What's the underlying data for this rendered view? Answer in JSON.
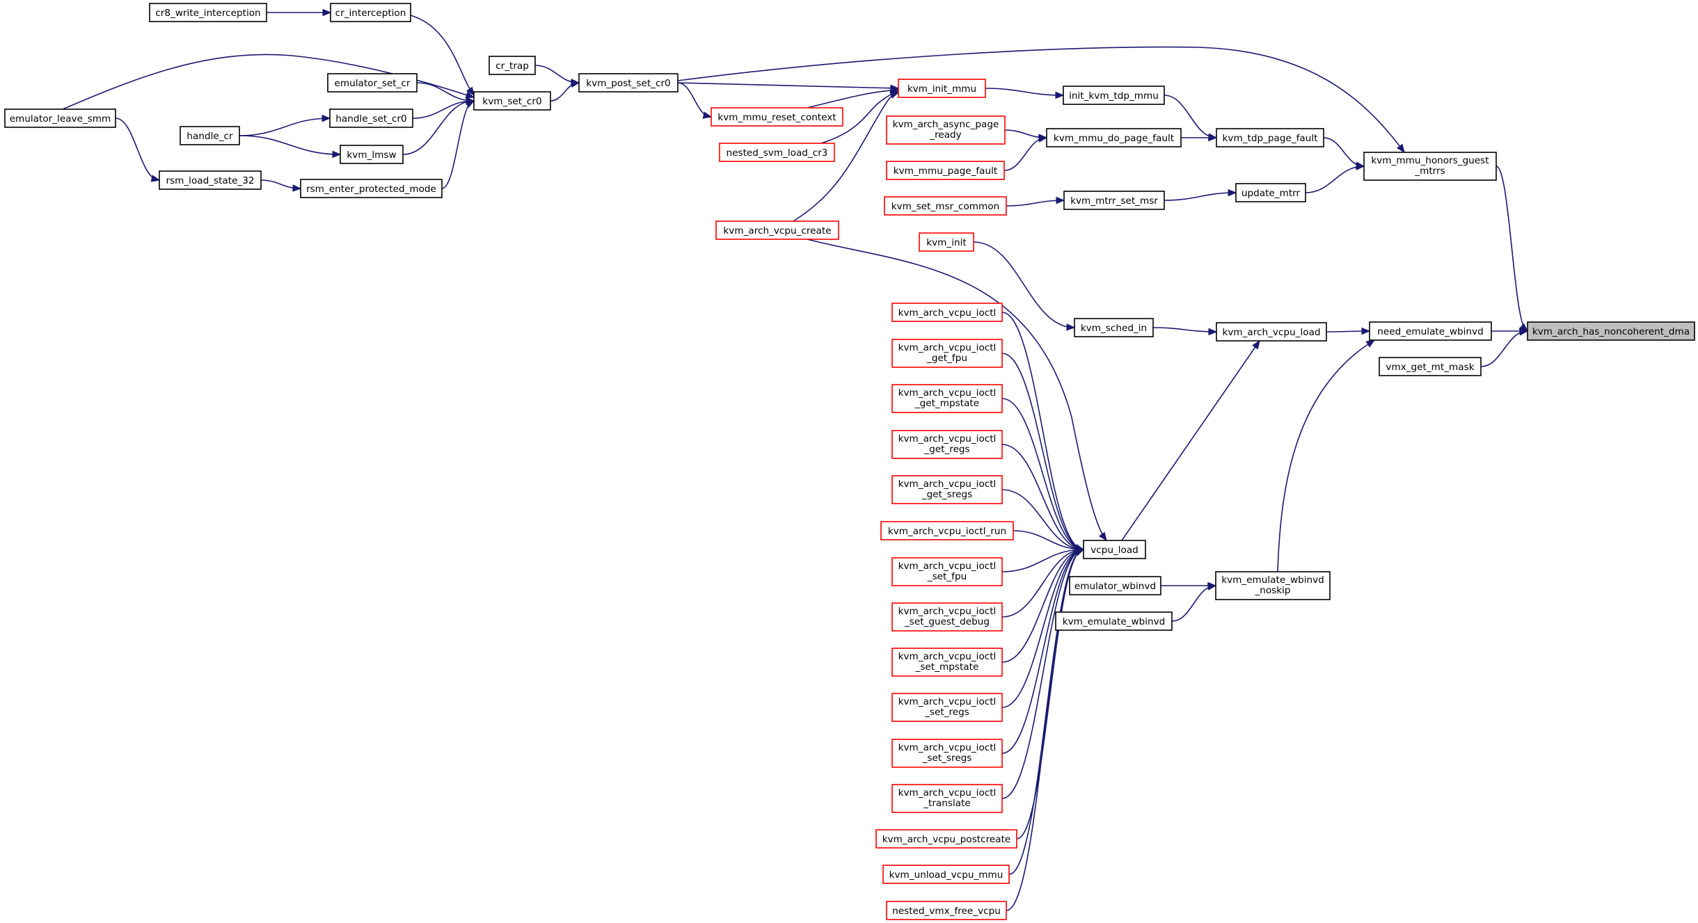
{
  "graph": {
    "nodes": [
      {
        "id": "kvm_arch_has_noncoherent_dma",
        "lines": [
          "kvm_arch_has_noncoherent_dma"
        ],
        "style": "root"
      },
      {
        "id": "need_emulate_wbinvd",
        "lines": [
          "need_emulate_wbinvd"
        ],
        "style": "black"
      },
      {
        "id": "vmx_get_mt_mask",
        "lines": [
          "vmx_get_mt_mask"
        ],
        "style": "black"
      },
      {
        "id": "kvm_mmu_honors_guest_mtrrs",
        "lines": [
          "kvm_mmu_honors_guest",
          "_mtrrs"
        ],
        "style": "black"
      },
      {
        "id": "kvm_tdp_page_fault",
        "lines": [
          "kvm_tdp_page_fault"
        ],
        "style": "black"
      },
      {
        "id": "update_mtrr",
        "lines": [
          "update_mtrr"
        ],
        "style": "black"
      },
      {
        "id": "kvm_post_set_cr0",
        "lines": [
          "kvm_post_set_cr0"
        ],
        "style": "black"
      },
      {
        "id": "kvm_arch_vcpu_load",
        "lines": [
          "kvm_arch_vcpu_load"
        ],
        "style": "black"
      },
      {
        "id": "kvm_emulate_wbinvd_noskip",
        "lines": [
          "kvm_emulate_wbinvd",
          "_noskip"
        ],
        "style": "black"
      },
      {
        "id": "init_kvm_tdp_mmu",
        "lines": [
          "init_kvm_tdp_mmu"
        ],
        "style": "black"
      },
      {
        "id": "kvm_mmu_do_page_fault",
        "lines": [
          "kvm_mmu_do_page_fault"
        ],
        "style": "black"
      },
      {
        "id": "kvm_mtrr_set_msr",
        "lines": [
          "kvm_mtrr_set_msr"
        ],
        "style": "black"
      },
      {
        "id": "kvm_sched_in",
        "lines": [
          "kvm_sched_in"
        ],
        "style": "black"
      },
      {
        "id": "vcpu_load",
        "lines": [
          "vcpu_load"
        ],
        "style": "black"
      },
      {
        "id": "emulator_wbinvd",
        "lines": [
          "emulator_wbinvd"
        ],
        "style": "black"
      },
      {
        "id": "kvm_emulate_wbinvd",
        "lines": [
          "kvm_emulate_wbinvd"
        ],
        "style": "black"
      },
      {
        "id": "kvm_init_mmu",
        "lines": [
          "kvm_init_mmu"
        ],
        "style": "red"
      },
      {
        "id": "kvm_arch_async_page_ready",
        "lines": [
          "kvm_arch_async_page",
          "_ready"
        ],
        "style": "red"
      },
      {
        "id": "kvm_mmu_page_fault",
        "lines": [
          "kvm_mmu_page_fault"
        ],
        "style": "red"
      },
      {
        "id": "kvm_set_msr_common",
        "lines": [
          "kvm_set_msr_common"
        ],
        "style": "red"
      },
      {
        "id": "kvm_init",
        "lines": [
          "kvm_init"
        ],
        "style": "red"
      },
      {
        "id": "kvm_mmu_reset_context",
        "lines": [
          "kvm_mmu_reset_context"
        ],
        "style": "red"
      },
      {
        "id": "nested_svm_load_cr3",
        "lines": [
          "nested_svm_load_cr3"
        ],
        "style": "red"
      },
      {
        "id": "kvm_arch_vcpu_create",
        "lines": [
          "kvm_arch_vcpu_create"
        ],
        "style": "red"
      },
      {
        "id": "kvm_arch_vcpu_ioctl",
        "lines": [
          "kvm_arch_vcpu_ioctl"
        ],
        "style": "red"
      },
      {
        "id": "kvm_arch_vcpu_ioctl_get_fpu",
        "lines": [
          "kvm_arch_vcpu_ioctl",
          "_get_fpu"
        ],
        "style": "red"
      },
      {
        "id": "kvm_arch_vcpu_ioctl_get_mpstate",
        "lines": [
          "kvm_arch_vcpu_ioctl",
          "_get_mpstate"
        ],
        "style": "red"
      },
      {
        "id": "kvm_arch_vcpu_ioctl_get_regs",
        "lines": [
          "kvm_arch_vcpu_ioctl",
          "_get_regs"
        ],
        "style": "red"
      },
      {
        "id": "kvm_arch_vcpu_ioctl_get_sregs",
        "lines": [
          "kvm_arch_vcpu_ioctl",
          "_get_sregs"
        ],
        "style": "red"
      },
      {
        "id": "kvm_arch_vcpu_ioctl_run",
        "lines": [
          "kvm_arch_vcpu_ioctl_run"
        ],
        "style": "red"
      },
      {
        "id": "kvm_arch_vcpu_ioctl_set_fpu",
        "lines": [
          "kvm_arch_vcpu_ioctl",
          "_set_fpu"
        ],
        "style": "red"
      },
      {
        "id": "kvm_arch_vcpu_ioctl_set_guest_debug",
        "lines": [
          "kvm_arch_vcpu_ioctl",
          "_set_guest_debug"
        ],
        "style": "red"
      },
      {
        "id": "kvm_arch_vcpu_ioctl_set_mpstate",
        "lines": [
          "kvm_arch_vcpu_ioctl",
          "_set_mpstate"
        ],
        "style": "red"
      },
      {
        "id": "kvm_arch_vcpu_ioctl_set_regs",
        "lines": [
          "kvm_arch_vcpu_ioctl",
          "_set_regs"
        ],
        "style": "red"
      },
      {
        "id": "kvm_arch_vcpu_ioctl_set_sregs",
        "lines": [
          "kvm_arch_vcpu_ioctl",
          "_set_sregs"
        ],
        "style": "red"
      },
      {
        "id": "kvm_arch_vcpu_ioctl_translate",
        "lines": [
          "kvm_arch_vcpu_ioctl",
          "_translate"
        ],
        "style": "red"
      },
      {
        "id": "kvm_arch_vcpu_postcreate",
        "lines": [
          "kvm_arch_vcpu_postcreate"
        ],
        "style": "red"
      },
      {
        "id": "kvm_unload_vcpu_mmu",
        "lines": [
          "kvm_unload_vcpu_mmu"
        ],
        "style": "red"
      },
      {
        "id": "nested_vmx_free_vcpu",
        "lines": [
          "nested_vmx_free_vcpu"
        ],
        "style": "red"
      },
      {
        "id": "cr_trap",
        "lines": [
          "cr_trap"
        ],
        "style": "black"
      },
      {
        "id": "kvm_set_cr0",
        "lines": [
          "kvm_set_cr0"
        ],
        "style": "black"
      },
      {
        "id": "cr_interception",
        "lines": [
          "cr_interception"
        ],
        "style": "black"
      },
      {
        "id": "emulator_set_cr",
        "lines": [
          "emulator_set_cr"
        ],
        "style": "black"
      },
      {
        "id": "handle_set_cr0",
        "lines": [
          "handle_set_cr0"
        ],
        "style": "black"
      },
      {
        "id": "kvm_lmsw",
        "lines": [
          "kvm_lmsw"
        ],
        "style": "black"
      },
      {
        "id": "rsm_enter_protected_mode",
        "lines": [
          "rsm_enter_protected_mode"
        ],
        "style": "black"
      },
      {
        "id": "cr8_write_interception",
        "lines": [
          "cr8_write_interception"
        ],
        "style": "black"
      },
      {
        "id": "emulator_leave_smm",
        "lines": [
          "emulator_leave_smm"
        ],
        "style": "black"
      },
      {
        "id": "handle_cr",
        "lines": [
          "handle_cr"
        ],
        "style": "black"
      },
      {
        "id": "rsm_load_state_32",
        "lines": [
          "rsm_load_state_32"
        ],
        "style": "black"
      }
    ],
    "edges": [
      [
        "need_emulate_wbinvd",
        "kvm_arch_has_noncoherent_dma"
      ],
      [
        "vmx_get_mt_mask",
        "kvm_arch_has_noncoherent_dma"
      ],
      [
        "kvm_mmu_honors_guest_mtrrs",
        "kvm_arch_has_noncoherent_dma"
      ],
      [
        "kvm_tdp_page_fault",
        "kvm_mmu_honors_guest_mtrrs"
      ],
      [
        "update_mtrr",
        "kvm_mmu_honors_guest_mtrrs"
      ],
      [
        "kvm_post_set_cr0",
        "kvm_mmu_honors_guest_mtrrs"
      ],
      [
        "kvm_arch_vcpu_load",
        "need_emulate_wbinvd"
      ],
      [
        "kvm_emulate_wbinvd_noskip",
        "need_emulate_wbinvd"
      ],
      [
        "init_kvm_tdp_mmu",
        "kvm_tdp_page_fault"
      ],
      [
        "kvm_mmu_do_page_fault",
        "kvm_tdp_page_fault"
      ],
      [
        "kvm_mtrr_set_msr",
        "update_mtrr"
      ],
      [
        "kvm_sched_in",
        "kvm_arch_vcpu_load"
      ],
      [
        "vcpu_load",
        "kvm_arch_vcpu_load"
      ],
      [
        "emulator_wbinvd",
        "kvm_emulate_wbinvd_noskip"
      ],
      [
        "kvm_emulate_wbinvd",
        "kvm_emulate_wbinvd_noskip"
      ],
      [
        "kvm_init_mmu",
        "init_kvm_tdp_mmu"
      ],
      [
        "kvm_arch_async_page_ready",
        "kvm_mmu_do_page_fault"
      ],
      [
        "kvm_mmu_page_fault",
        "kvm_mmu_do_page_fault"
      ],
      [
        "kvm_set_msr_common",
        "kvm_mtrr_set_msr"
      ],
      [
        "kvm_init",
        "kvm_sched_in"
      ],
      [
        "kvm_post_set_cr0",
        "kvm_init_mmu"
      ],
      [
        "kvm_post_set_cr0",
        "kvm_mmu_reset_context"
      ],
      [
        "kvm_mmu_reset_context",
        "kvm_init_mmu"
      ],
      [
        "nested_svm_load_cr3",
        "kvm_init_mmu"
      ],
      [
        "kvm_arch_vcpu_create",
        "kvm_init_mmu"
      ],
      [
        "kvm_arch_vcpu_create",
        "vcpu_load"
      ],
      [
        "kvm_arch_vcpu_ioctl",
        "vcpu_load"
      ],
      [
        "kvm_arch_vcpu_ioctl_get_fpu",
        "vcpu_load"
      ],
      [
        "kvm_arch_vcpu_ioctl_get_mpstate",
        "vcpu_load"
      ],
      [
        "kvm_arch_vcpu_ioctl_get_regs",
        "vcpu_load"
      ],
      [
        "kvm_arch_vcpu_ioctl_get_sregs",
        "vcpu_load"
      ],
      [
        "kvm_arch_vcpu_ioctl_run",
        "vcpu_load"
      ],
      [
        "kvm_arch_vcpu_ioctl_set_fpu",
        "vcpu_load"
      ],
      [
        "kvm_arch_vcpu_ioctl_set_guest_debug",
        "vcpu_load"
      ],
      [
        "kvm_arch_vcpu_ioctl_set_mpstate",
        "vcpu_load"
      ],
      [
        "kvm_arch_vcpu_ioctl_set_regs",
        "vcpu_load"
      ],
      [
        "kvm_arch_vcpu_ioctl_set_sregs",
        "vcpu_load"
      ],
      [
        "kvm_arch_vcpu_ioctl_translate",
        "vcpu_load"
      ],
      [
        "kvm_arch_vcpu_postcreate",
        "vcpu_load"
      ],
      [
        "kvm_unload_vcpu_mmu",
        "vcpu_load"
      ],
      [
        "nested_vmx_free_vcpu",
        "vcpu_load"
      ],
      [
        "cr_trap",
        "kvm_post_set_cr0"
      ],
      [
        "kvm_set_cr0",
        "kvm_post_set_cr0"
      ],
      [
        "cr_interception",
        "kvm_set_cr0"
      ],
      [
        "emulator_set_cr",
        "kvm_set_cr0"
      ],
      [
        "handle_set_cr0",
        "kvm_set_cr0"
      ],
      [
        "kvm_lmsw",
        "kvm_set_cr0"
      ],
      [
        "rsm_enter_protected_mode",
        "kvm_set_cr0"
      ],
      [
        "emulator_leave_smm",
        "kvm_set_cr0"
      ],
      [
        "cr8_write_interception",
        "cr_interception"
      ],
      [
        "handle_cr",
        "handle_set_cr0"
      ],
      [
        "handle_cr",
        "kvm_lmsw"
      ],
      [
        "rsm_load_state_32",
        "rsm_enter_protected_mode"
      ],
      [
        "emulator_leave_smm",
        "rsm_load_state_32"
      ]
    ]
  },
  "colors": {
    "edge": "#191970",
    "red_border": "#ff0000",
    "black_border": "#000000",
    "root_fill": "#bfbfbf"
  }
}
